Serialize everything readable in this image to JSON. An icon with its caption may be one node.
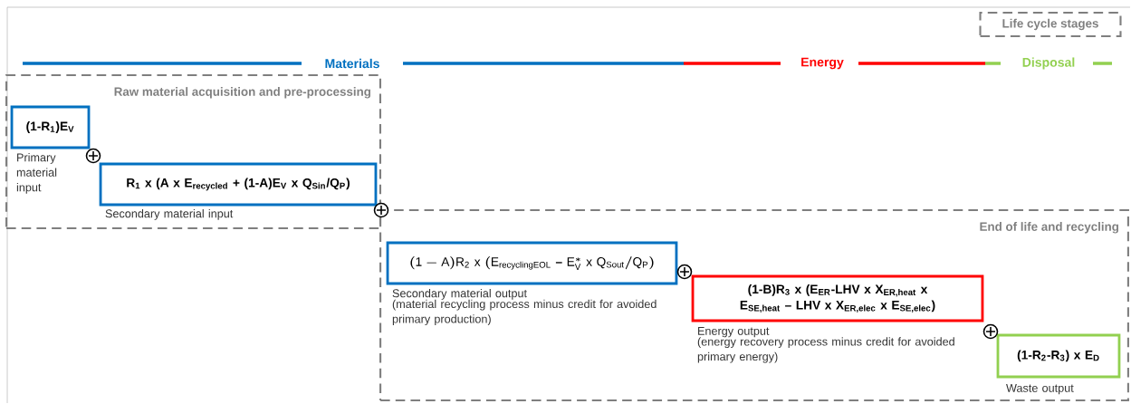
{
  "diagram": {
    "nodes": [
      {
        "text": [
          "Raw material acquisition and pre-processing"
        ]
      },
      {
        "text": [
          "(1-R$_{1}$)E$_{V}$"
        ],
        "in": 0,
        "beside": [
          "Primary material input"
        ]
      },
      {
        "text": [
          "R$_{1}$ x (A x E$_{recycled}$ + (1-A)E$_{V}$ x Q$_{Sin}$/Q$_{P}$)"
        ],
        "in": 0,
        "beside": [
          "Secondary material input"
        ]
      },
      {
        "text": [
          "End of life and recycling"
        ]
      },
      {
        "text": [
          "\\mathrm{(1-A)R_{2}\\ x\\ (E_{recyclingEOL}\\ \\text{–}\\ E^{*}_{V}\\ x\\ Q_{Sout}/Q_{P})}"
        ],
        "in": 3,
        "beside": [
          "Secondary material output",
          "(material recycling process minus credit for avoided primary production)"
        ]
      },
      {
        "text": [
          "(1-B)R$_{3}$ x (E$_{ER}$-LHV x X$_{ER,heat}$ x E$_{SE,heat}$ – LHV x X$_{ER,elec}$ x E$_{SE,elec}$)"
        ],
        "in": 3,
        "beside": [
          "Energy output",
          "(energy recovery process minus credit for avoided primary energy)"
        ]
      },
      {
        "text": [
          "(1-R$_{2}$-R$_{3}$) x E$_{D}$"
        ],
        "in": 3,
        "beside": [
          "Waste output"
        ]
      }
    ],
    "legend": [
      {
        "text": "Life cycle stages"
      },
      {
        "text": "Materials",
        "color": "#0070c0"
      },
      {
        "text": "Energy",
        "color": "#ff0000"
      },
      {
        "text": "Disposal",
        "color": "#92d050"
      }
    ]
  }
}
